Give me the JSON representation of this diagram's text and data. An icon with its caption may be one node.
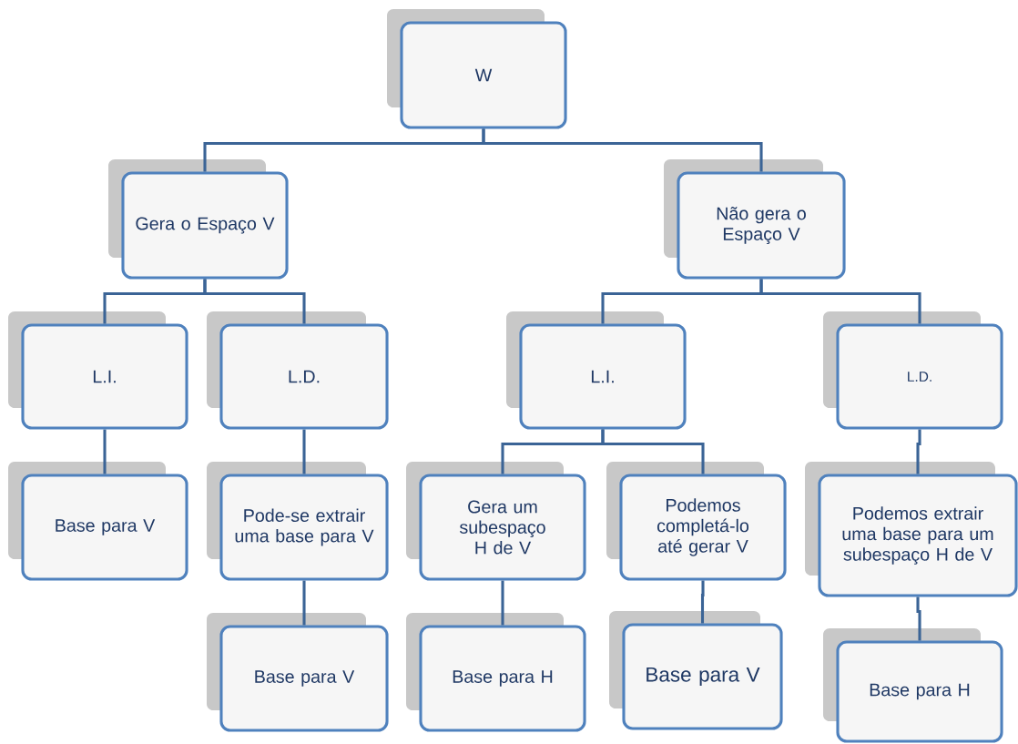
{
  "diagram": {
    "nodes": [
      {
        "text": [
          "W"
        ]
      },
      {
        "text": [
          "Gera o Espaço V"
        ]
      },
      {
        "text": [
          "Não gera o Espaço V"
        ]
      },
      {
        "text": [
          "L.I."
        ]
      },
      {
        "text": [
          "L.D."
        ]
      },
      {
        "text": [
          "L.I."
        ]
      },
      {
        "text": [
          "L.D."
        ]
      },
      {
        "text": [
          "Base para V"
        ]
      },
      {
        "text": [
          "Pode-se extrair uma base para V"
        ]
      },
      {
        "text": [
          "Gera um subespaço H de V"
        ]
      },
      {
        "text": [
          "Podemos completá-lo até gerar V"
        ]
      },
      {
        "text": [
          "Podemos extrair uma base para um subespaço H de V"
        ]
      },
      {
        "text": [
          "Base para V"
        ]
      },
      {
        "text": [
          "Base para H"
        ]
      },
      {
        "text": [
          "Base para V"
        ]
      },
      {
        "text": [
          "Base para H"
        ]
      }
    ],
    "edges": [
      {
        "from": 0,
        "to": 1,
        "arrow": "none"
      },
      {
        "from": 0,
        "to": 2,
        "arrow": "none"
      },
      {
        "from": 1,
        "to": 3,
        "arrow": "none"
      },
      {
        "from": 1,
        "to": 4,
        "arrow": "none"
      },
      {
        "from": 2,
        "to": 5,
        "arrow": "none"
      },
      {
        "from": 2,
        "to": 6,
        "arrow": "none"
      },
      {
        "from": 3,
        "to": 7,
        "arrow": "none"
      },
      {
        "from": 4,
        "to": 8,
        "arrow": "none"
      },
      {
        "from": 5,
        "to": 9,
        "arrow": "none"
      },
      {
        "from": 5,
        "to": 10,
        "arrow": "none"
      },
      {
        "from": 6,
        "to": 11,
        "arrow": "none"
      },
      {
        "from": 8,
        "to": 12,
        "arrow": "none"
      },
      {
        "from": 9,
        "to": 13,
        "arrow": "none"
      },
      {
        "from": 10,
        "to": 14,
        "arrow": "none"
      },
      {
        "from": 11,
        "to": 15,
        "arrow": "none"
      }
    ]
  }
}
